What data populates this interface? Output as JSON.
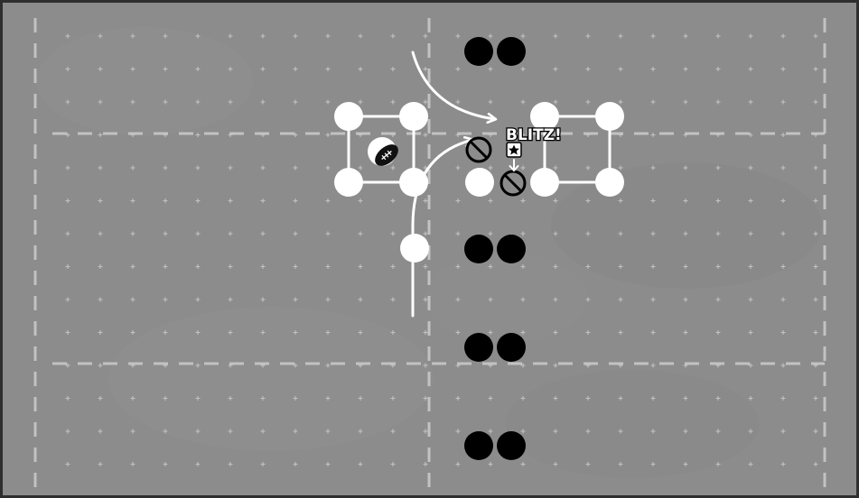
{
  "game": {
    "callout_text": "BLITZ!",
    "colors": {
      "frame": "#2e2e2e",
      "field": "#8c8c8c",
      "field_dark": "#848484",
      "field_light": "#939393",
      "lines": "#c2c2c2",
      "offense": "#ffffff",
      "defense": "#000000",
      "route": "#ffffff"
    },
    "icons": {
      "ball": "football-icon",
      "blocked": "no-entry-icon",
      "star": "star-icon",
      "arrow": "arrow-down-icon"
    },
    "offense_tokens": 11,
    "defense_tokens": 8,
    "blocked_markers": 2
  }
}
